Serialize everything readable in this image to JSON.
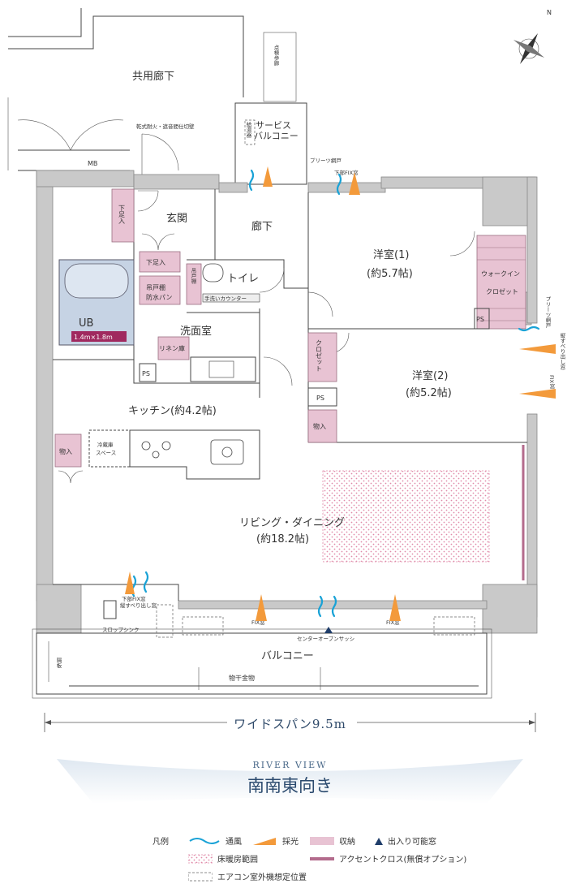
{
  "rooms": {
    "corridor_common": "共用廊下",
    "genkan": "玄関",
    "rouka": "廊下",
    "toilet": "トイレ",
    "wash_room": "洗面室",
    "ub": "UB",
    "ub_size": "1.4m×1.8m",
    "kitchen": "キッチン(約4.2帖)",
    "living": "リビング・ダイニング",
    "living_area": "(約18.2帖)",
    "room1": "洋室(1)",
    "room1_area": "(約5.7帖)",
    "room2": "洋室(2)",
    "room2_area": "(約5.2帖)",
    "balcony": "バルコニー",
    "service_balcony_1": "サービス",
    "service_balcony_2": "バルコニー",
    "walkin_1": "ウォークイン",
    "walkin_2": "クロゼット",
    "mb": "MB"
  },
  "small_labels": {
    "shita_ashi_ire_v": "下足入",
    "shita_ashi_ire": "下足入",
    "tsuri_to": "吊戸棚",
    "tsuri_to_bousui_1": "吊戸棚",
    "tsuri_to_bousui_2": "防水パン",
    "tearai_counter": "手洗いカウンター",
    "linen": "リネン庫",
    "ps1": "PS",
    "ps2": "PS",
    "ps3": "PS",
    "closet": "クロゼット",
    "mono_ire1": "物入",
    "mono_ire2": "物入",
    "reizouko_1": "冷蔵庫",
    "reizouko_2": "スペース",
    "slop_sink": "スロップシンク",
    "hedate": "隔板",
    "monohoshi": "物干金物",
    "kanshiki": "乾式耐火・遮音間仕切壁",
    "tenken": "点検歩廊",
    "kyuto": "給湯器",
    "pleats_top": "プリーツ網戸",
    "kabu_fix_top": "下部FIX窓",
    "pleats_right": "プリーツ網戸",
    "tate_suberi": "縦すべり出し窓",
    "fix_right": "FIX窓",
    "fix_left": "FIX窓",
    "fix_right2": "FIX窓",
    "center_open": "センターオープンサッシ",
    "kabu_fix_bottom_1": "下部FIX窓",
    "kabu_fix_bottom_2": "縦すべり出し窓"
  },
  "footer": {
    "wide_span": "ワイドスパン9.5m",
    "river_view": "RIVER VIEW",
    "direction": "南南東向き"
  },
  "legend": {
    "title": "凡例",
    "wind": "通風",
    "light": "採光",
    "storage": "収納",
    "entry": "出入り可能窓",
    "floor_heat": "床暖房範囲",
    "accent": "アクセントクロス(無償オプション)",
    "aircon": "エアコン室外機想定位置"
  },
  "compass": {
    "north": "N"
  },
  "colors": {
    "wall": "#c9c9c9",
    "storage": "#e8c3d3",
    "ub": "#c6d3e4",
    "wind": "#19a2d6",
    "light": "#f39a3b",
    "floor_heat": "#e8a7bf",
    "accent": "#b36b8c",
    "span_text": "#2f4a6a"
  }
}
